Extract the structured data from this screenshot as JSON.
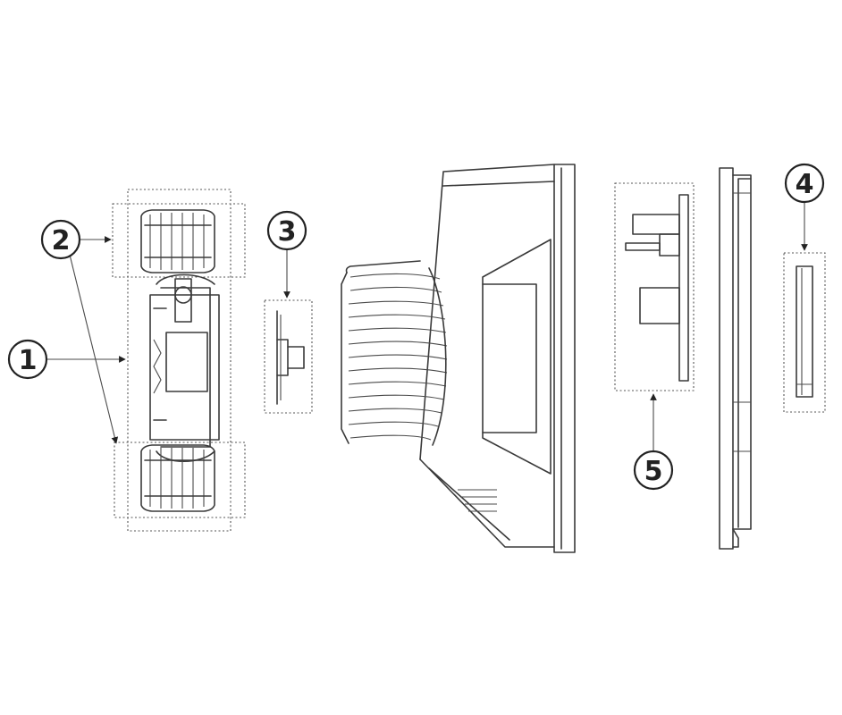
{
  "diagram": {
    "callouts": [
      {
        "id": "1",
        "label": "1"
      },
      {
        "id": "2",
        "label": "2"
      },
      {
        "id": "3",
        "label": "3"
      },
      {
        "id": "4",
        "label": "4"
      },
      {
        "id": "5",
        "label": "5"
      }
    ],
    "colors": {
      "line": "#3a3a3a",
      "dashed": "#555555",
      "background": "#ffffff"
    }
  }
}
